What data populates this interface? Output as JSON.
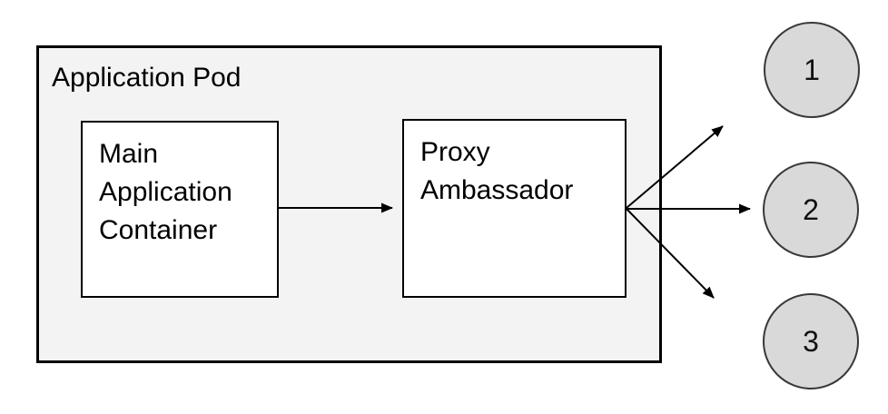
{
  "diagram": {
    "pod": {
      "label": "Application Pod"
    },
    "nodes": [
      {
        "id": "main-application-container",
        "label": "Main Application Container"
      },
      {
        "id": "proxy-ambassador",
        "label": "Proxy Ambassador"
      }
    ],
    "endpoints": [
      {
        "id": "endpoint-1",
        "label": "1"
      },
      {
        "id": "endpoint-2",
        "label": "2"
      },
      {
        "id": "endpoint-3",
        "label": "3"
      }
    ],
    "connections": [
      {
        "from": "Main Application Container",
        "to": "Proxy Ambassador"
      },
      {
        "from": "Proxy Ambassador",
        "to": "1"
      },
      {
        "from": "Proxy Ambassador",
        "to": "2"
      },
      {
        "from": "Proxy Ambassador",
        "to": "3"
      }
    ],
    "colors": {
      "pod_fill": "#f3f3f3",
      "node_fill": "#ffffff",
      "endpoint_fill": "#d9d9d9",
      "stroke": "#000000"
    }
  }
}
